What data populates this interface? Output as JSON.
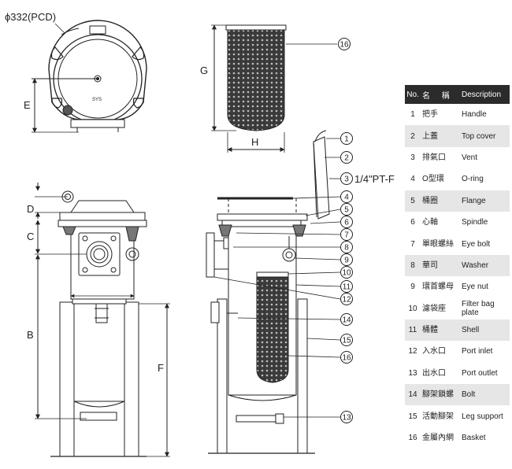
{
  "dims": {
    "pcd": "ϕ332(PCD)",
    "logo": "SYS",
    "e": "E",
    "g": "G",
    "h": "H",
    "d": "D",
    "c": "C",
    "b": "B",
    "f": "F",
    "thread": "1/4\"PT-F"
  },
  "callouts": [
    "1",
    "2",
    "3",
    "4",
    "5",
    "6",
    "7",
    "8",
    "9",
    "10",
    "11",
    "12",
    "13",
    "14",
    "15",
    "16"
  ],
  "table": {
    "headers": {
      "no": "No.",
      "cn": "名  稱",
      "desc": "Description"
    },
    "rows": [
      {
        "no": "1",
        "cn": "把手",
        "desc": "Handle"
      },
      {
        "no": "2",
        "cn": "上蓋",
        "desc": "Top cover"
      },
      {
        "no": "3",
        "cn": "排氣口",
        "desc": "Vent"
      },
      {
        "no": "4",
        "cn": "O型環",
        "desc": "O-ring"
      },
      {
        "no": "5",
        "cn": "桶圈",
        "desc": "Flange"
      },
      {
        "no": "6",
        "cn": "心軸",
        "desc": "Spindle"
      },
      {
        "no": "7",
        "cn": "單眼螺絲",
        "desc": "Eye bolt"
      },
      {
        "no": "8",
        "cn": "華司",
        "desc": "Washer"
      },
      {
        "no": "9",
        "cn": "環首螺母",
        "desc": "Eye nut"
      },
      {
        "no": "10",
        "cn": "濾袋座",
        "desc": "Filter bag plate"
      },
      {
        "no": "11",
        "cn": "桶體",
        "desc": "Shell"
      },
      {
        "no": "12",
        "cn": "入水口",
        "desc": "Port inlet"
      },
      {
        "no": "13",
        "cn": "出水口",
        "desc": "Port outlet"
      },
      {
        "no": "14",
        "cn": "腳架鎖螺",
        "desc": "Bolt"
      },
      {
        "no": "15",
        "cn": "活動腳架",
        "desc": "Leg support"
      },
      {
        "no": "16",
        "cn": "金屬內網",
        "desc": "Basket"
      }
    ]
  }
}
